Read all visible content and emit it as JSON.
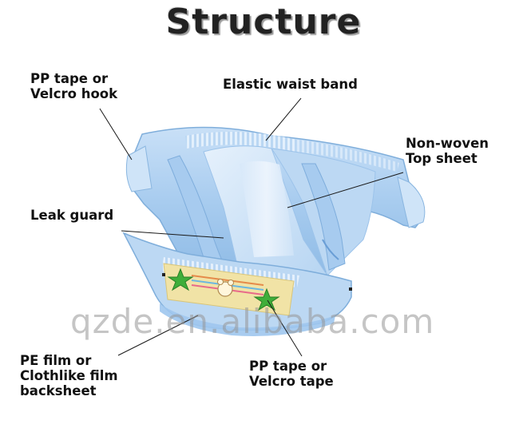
{
  "title": "Structure",
  "labels": {
    "pp_hook": [
      "PP tape or",
      "Velcro hook"
    ],
    "waist_band": [
      "Elastic waist band"
    ],
    "top_sheet": [
      "Non-woven",
      "Top sheet"
    ],
    "leak_guard": [
      "Leak guard"
    ],
    "backsheet": [
      "PE film or",
      "Clothlike film",
      "backsheet"
    ],
    "pp_tape": [
      "PP tape or",
      "Velcro tape"
    ]
  },
  "watermark": "qzde.en.alibaba.com",
  "colors": {
    "diaper_light": "#dcebfa",
    "diaper_mid": "#a9cdf0",
    "diaper_dark": "#6fa6dc",
    "tape_yellow": "#f1e3a6",
    "star_green": "#3fae3a"
  }
}
